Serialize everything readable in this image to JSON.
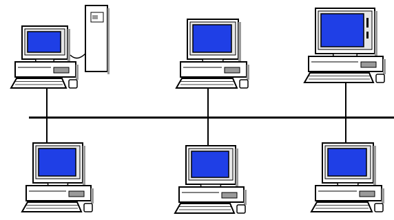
{
  "diagram": {
    "kind": "bus-network-topology",
    "colors": {
      "outline": "#000000",
      "body": "#ffffff",
      "screen": "#1f3fe6",
      "bezel": "#e6e6e6",
      "shadow": "#9a9a9a",
      "cable": "#000000"
    },
    "backbone": {
      "name": "network-backbone-line"
    },
    "nodes": [
      {
        "id": "top-left",
        "name": "workstation-top-left",
        "icon": "desktop-computer-icon",
        "has_tower": true
      },
      {
        "id": "top-middle",
        "name": "workstation-top-middle",
        "icon": "desktop-computer-icon",
        "has_tower": false
      },
      {
        "id": "top-right",
        "name": "workstation-top-right",
        "icon": "desktop-computer-icon",
        "has_tower": false,
        "has_side_buttons": true
      },
      {
        "id": "bottom-left",
        "name": "workstation-bottom-left",
        "icon": "desktop-computer-icon",
        "has_tower": false
      },
      {
        "id": "bottom-middle",
        "name": "workstation-bottom-middle",
        "icon": "desktop-computer-icon",
        "has_tower": false
      },
      {
        "id": "bottom-right",
        "name": "workstation-bottom-right",
        "icon": "desktop-computer-icon",
        "has_tower": false
      }
    ]
  }
}
